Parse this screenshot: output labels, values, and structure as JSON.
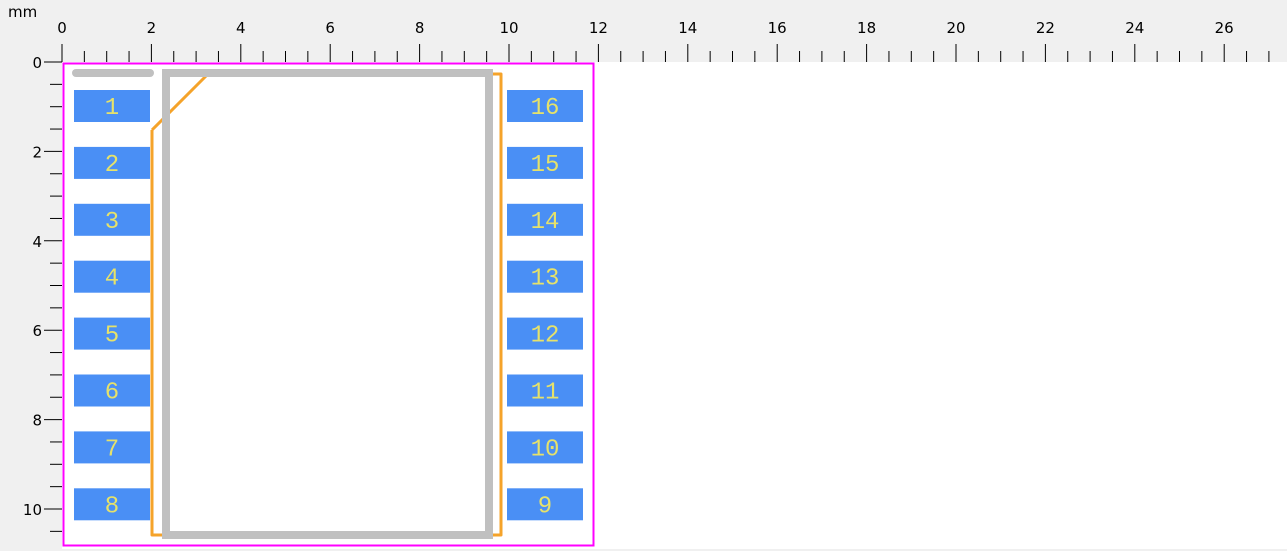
{
  "ruler": {
    "unit": "mm",
    "top_labels": [
      "0",
      "2",
      "4",
      "6",
      "8",
      "10",
      "12",
      "14",
      "16",
      "18",
      "20",
      "22",
      "24",
      "26"
    ],
    "left_labels": [
      "0",
      "2",
      "4",
      "6",
      "8",
      "10"
    ]
  },
  "footprint": {
    "pins_left": [
      "1",
      "2",
      "3",
      "4",
      "5",
      "6",
      "7",
      "8"
    ],
    "pins_right": [
      "16",
      "15",
      "14",
      "13",
      "12",
      "11",
      "10",
      "9"
    ]
  },
  "colors": {
    "pad": "#4a8ff5",
    "pad_label": "#e6e26a",
    "courtyard": "#ff00ff",
    "fab_outline": "#f5a32a",
    "silkscreen": "#c0c0c0",
    "ruler_bg": "#f0f0f0"
  }
}
